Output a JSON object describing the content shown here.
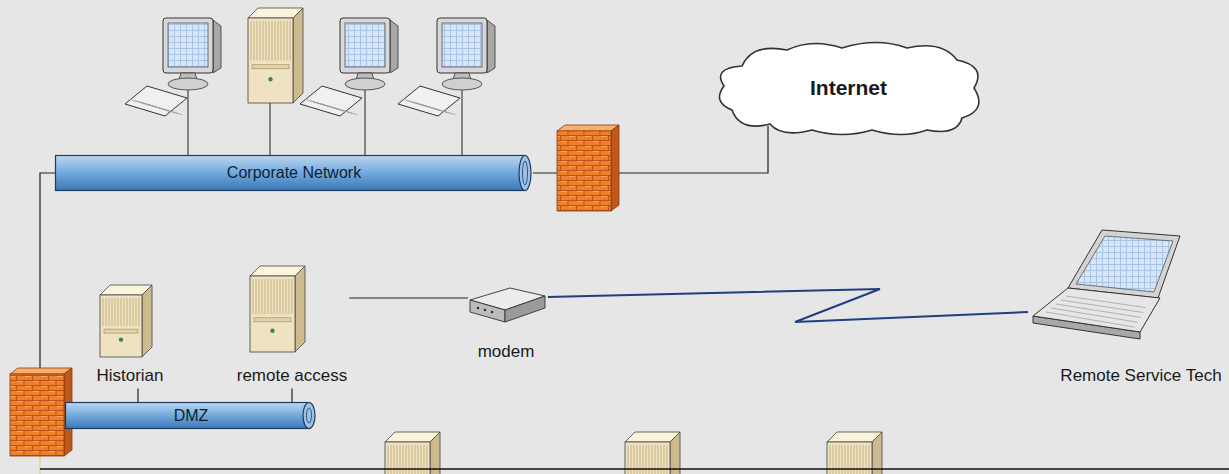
{
  "diagram": {
    "nodes": [
      {
        "text": [
          "Internet"
        ]
      },
      {
        "text": [
          "Corporate Network"
        ]
      },
      {
        "text": [
          "DMZ"
        ]
      },
      {
        "text": [
          "Historian"
        ]
      },
      {
        "text": [
          "remote access"
        ]
      },
      {
        "text": [
          "modem"
        ]
      },
      {
        "text": [
          "Remote Service Tech"
        ]
      }
    ],
    "edges": [
      {
        "from": 1,
        "to": 0,
        "arrow": "none"
      },
      {
        "from": 1,
        "to": 2,
        "arrow": "none"
      },
      {
        "from": 3,
        "to": 2,
        "arrow": "none"
      },
      {
        "from": 4,
        "to": 2,
        "arrow": "none"
      },
      {
        "from": 4,
        "to": 5,
        "arrow": "none"
      },
      {
        "from": 5,
        "to": 6,
        "arrow": "none"
      }
    ]
  }
}
